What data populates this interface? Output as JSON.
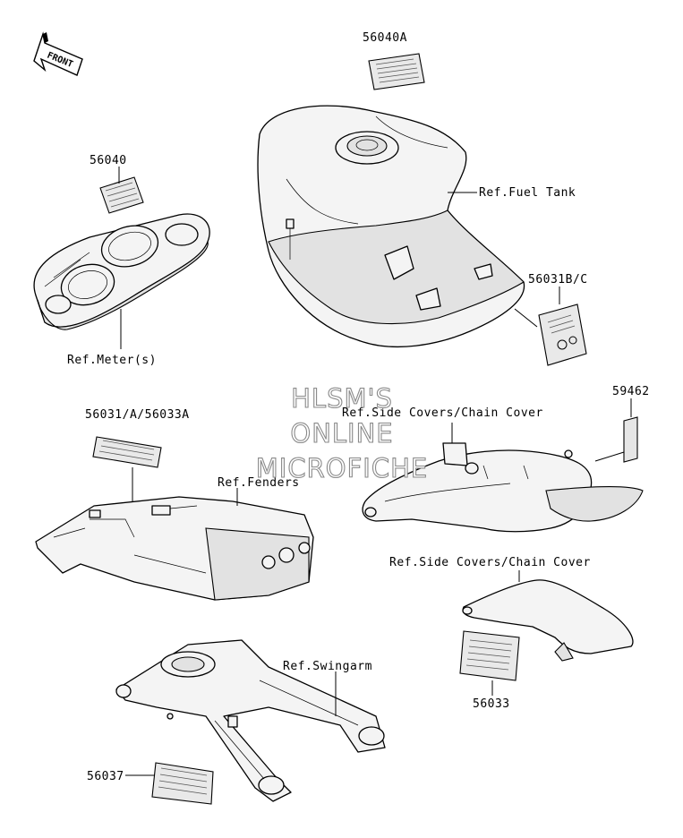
{
  "watermark": {
    "line1": "HLSM'S",
    "line2": "ONLINE",
    "line3": "MICROFICHE"
  },
  "front_arrow": {
    "label": "FRONT",
    "icon": "front-arrow-icon"
  },
  "labels": {
    "p56040A": "56040A",
    "p56040": "56040",
    "ref_fuel_tank": "Ref.Fuel Tank",
    "ref_meters": "Ref.Meter(s)",
    "p56031BC": "56031B/C",
    "p59462": "59462",
    "ref_side_covers_1": "Ref.Side Covers/Chain Cover",
    "p56031_56033A": "56031/A/56033A",
    "ref_fenders": "Ref.Fenders",
    "ref_side_covers_2": "Ref.Side Covers/Chain Cover",
    "ref_swingarm": "Ref.Swingarm",
    "p56033": "56033",
    "p56037": "56037"
  }
}
